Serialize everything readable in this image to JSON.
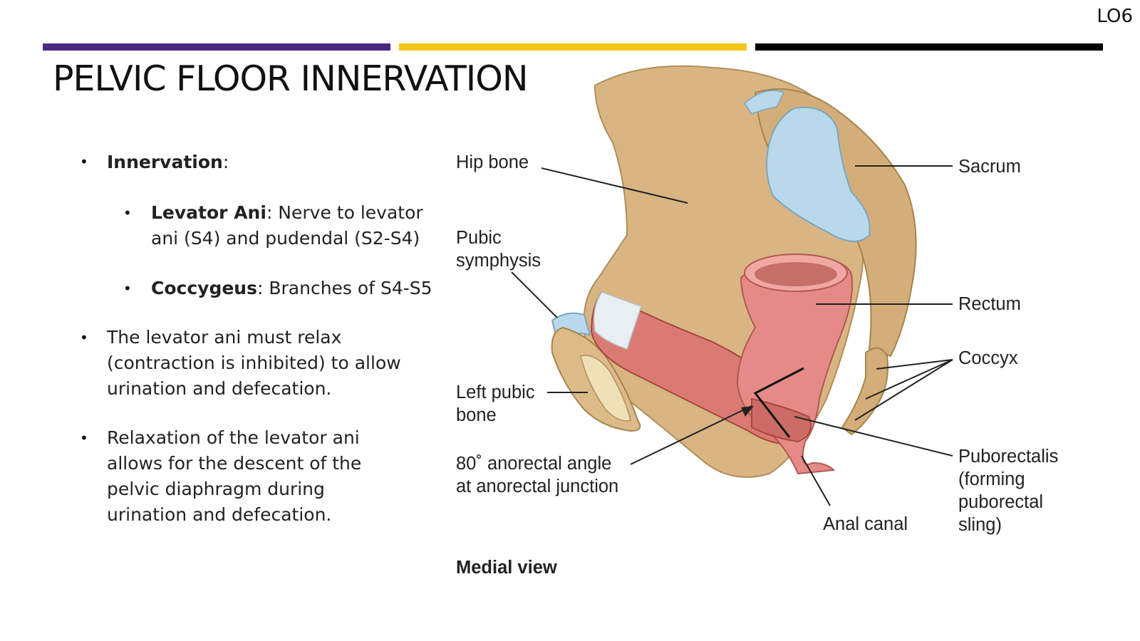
{
  "slide": {
    "tag": "LO6",
    "title": "PELVIC FLOOR INNERVATION",
    "accent_colors": [
      "#4b2a82",
      "#f5c518",
      "#000000"
    ]
  },
  "bullets": {
    "innervation_label": "Innervation",
    "innervation_colon": ":",
    "levator_label": "Levator Ani",
    "levator_text": ": Nerve to levator ani (S4) and pudendal (S2-S4)",
    "coccygeus_label": "Coccygeus",
    "coccygeus_text": ": Branches of S4-S5",
    "relax_text": "The levator ani must relax (contraction is inhibited) to allow urination and defecation.",
    "descent_text": "Relaxation of the levator ani allows for the descent of the pelvic diaphragm during urination and defecation."
  },
  "diagram": {
    "labels": {
      "hip_bone": "Hip bone",
      "sacrum": "Sacrum",
      "pubic_symphysis_1": "Pubic",
      "pubic_symphysis_2": "symphysis",
      "rectum": "Rectum",
      "coccyx": "Coccyx",
      "left_pubic_bone_1": "Left pubic",
      "left_pubic_bone_2": "bone",
      "anorectal_angle_1": "80˚ anorectal angle",
      "anorectal_angle_2": "at anorectal junction",
      "puborectalis_1": "Puborectalis",
      "puborectalis_2": "(forming",
      "puborectalis_3": "puborectal",
      "puborectalis_4": "sling)",
      "anal_canal": "Anal canal",
      "view": "Medial view"
    }
  }
}
